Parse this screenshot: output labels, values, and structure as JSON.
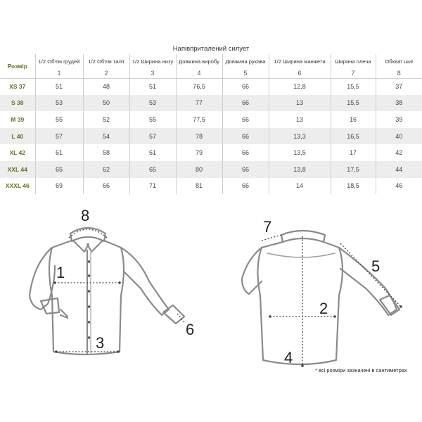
{
  "title": "Напівприталений силует",
  "columns": [
    {
      "label": "Розмір"
    },
    {
      "label": "1/2 Об'єм грудей",
      "num": "1"
    },
    {
      "label": "1/2 Об'єм талії",
      "num": "2"
    },
    {
      "label": "1/2 Ширина низу",
      "num": "3"
    },
    {
      "label": "Довжина виробу",
      "num": "4"
    },
    {
      "label": "Довжина рукава",
      "num": "5"
    },
    {
      "label": "1/2 Ширина манжети",
      "num": "6"
    },
    {
      "label": "Ширина плеча",
      "num": "7"
    },
    {
      "label": "Обхват шиї",
      "num": "8"
    }
  ],
  "rows": [
    [
      "XS 37",
      "51",
      "48",
      "51",
      "76,5",
      "66",
      "12,8",
      "15,5",
      "37"
    ],
    [
      "S 38",
      "53",
      "50",
      "53",
      "77",
      "66",
      "13",
      "15,5",
      "38"
    ],
    [
      "M 39",
      "55",
      "52",
      "55",
      "77,5",
      "66",
      "13",
      "16",
      "39"
    ],
    [
      "L 40",
      "57",
      "54",
      "57",
      "78",
      "66",
      "13,3",
      "16,5",
      "40"
    ],
    [
      "XL 42",
      "61",
      "58",
      "61",
      "79",
      "66",
      "13,5",
      "17",
      "42"
    ],
    [
      "XXL 44",
      "65",
      "62",
      "65",
      "80",
      "66",
      "13,8",
      "17,5",
      "44"
    ],
    [
      "XXXL 46",
      "69",
      "66",
      "71",
      "81",
      "66",
      "14",
      "18,5",
      "46"
    ]
  ],
  "diagram": {
    "front_labels": [
      "8",
      "1",
      "3",
      "6"
    ],
    "back_labels": [
      "7",
      "5",
      "2",
      "4"
    ],
    "note": "* всі розміри зазначені в сантиметрах"
  }
}
